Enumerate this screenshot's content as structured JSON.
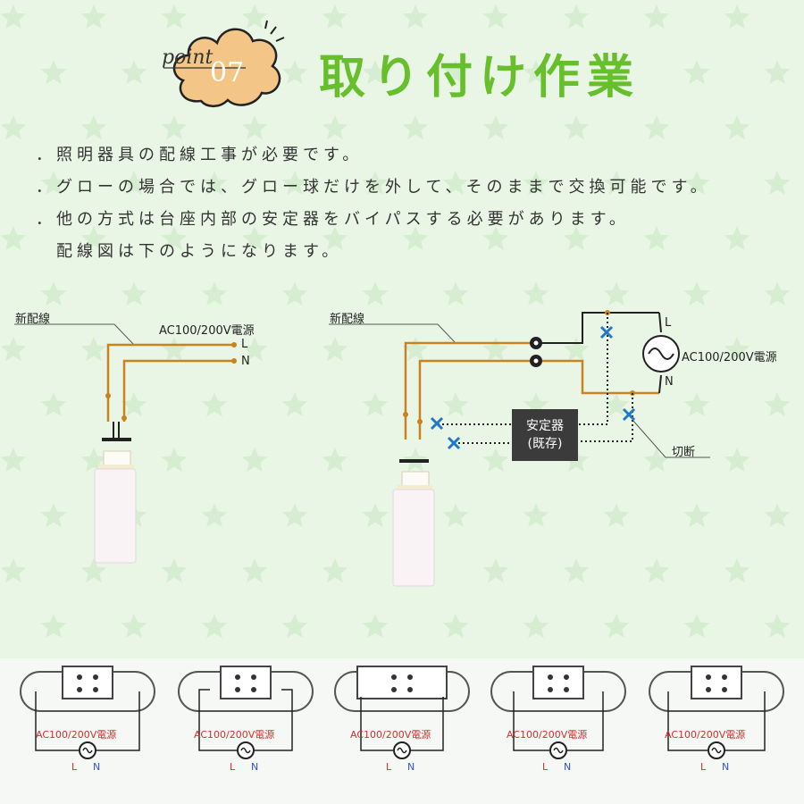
{
  "header": {
    "badge_word": "point",
    "badge_number": "07",
    "title": "取り付け作業"
  },
  "notes": [
    "．照明器具の配線工事が必要です。",
    "．グローの場合では、グロー球だけを外して、そのままで交換可能です。",
    "．他の方式は台座内部の安定器をバイパスする必要があります。",
    "　配線図は下のようになります。"
  ],
  "diagram_left": {
    "new_wiring": "新配線",
    "power": "AC100/200V電源",
    "l": "L",
    "n": "N"
  },
  "diagram_right": {
    "new_wiring": "新配線",
    "power": "AC100/200V電源",
    "l": "L",
    "n": "N",
    "ballast_line1": "安定器",
    "ballast_line2": "(既存)",
    "cut": "切断"
  },
  "mini_diagrams": [
    {
      "power": "AC100/200V電源",
      "l": "L",
      "n": "N"
    },
    {
      "power": "AC100/200V電源",
      "l": "L",
      "n": "N"
    },
    {
      "power": "AC100/200V電源",
      "l": "L",
      "n": "N"
    },
    {
      "power": "AC100/200V電源",
      "l": "L",
      "n": "N"
    },
    {
      "power": "AC100/200V電源",
      "l": "L",
      "n": "N"
    }
  ],
  "colors": {
    "background": "#e9f6e6",
    "title": "#67bf2b",
    "badge": "#f3c688",
    "wire": "#c8821e",
    "cut_mark": "#1f78c8",
    "ballast": "#3b3b3b"
  }
}
